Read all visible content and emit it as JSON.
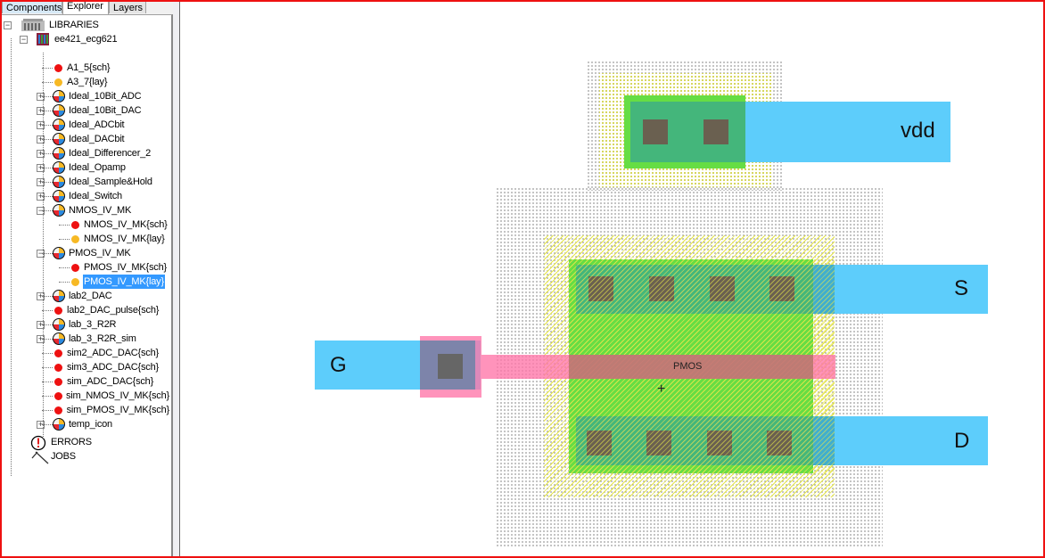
{
  "tabs": [
    "Components",
    "Explorer",
    "Layers"
  ],
  "active_tab": "Explorer",
  "tree": {
    "root": "LIBRARIES",
    "library": "ee421_ecg621",
    "items": [
      {
        "label": "A1_5{sch}",
        "kind": "sch"
      },
      {
        "label": "A3_7{lay}",
        "kind": "lay"
      },
      {
        "label": "Ideal_10Bit_ADC",
        "kind": "cell",
        "expand": "+"
      },
      {
        "label": "Ideal_10Bit_DAC",
        "kind": "cell",
        "expand": "+"
      },
      {
        "label": "Ideal_ADCbit",
        "kind": "cell",
        "expand": "+"
      },
      {
        "label": "Ideal_DACbit",
        "kind": "cell",
        "expand": "+"
      },
      {
        "label": "Ideal_Differencer_2",
        "kind": "cell",
        "expand": "+"
      },
      {
        "label": "Ideal_Opamp",
        "kind": "cell",
        "expand": "+"
      },
      {
        "label": "Ideal_Sample&Hold",
        "kind": "cell",
        "expand": "+"
      },
      {
        "label": "Ideal_Switch",
        "kind": "cell",
        "expand": "+"
      },
      {
        "label": "NMOS_IV_MK",
        "kind": "cell",
        "expand": "-"
      },
      {
        "label": "NMOS_IV_MK{sch}",
        "kind": "sch",
        "child": true
      },
      {
        "label": "NMOS_IV_MK{lay}",
        "kind": "lay",
        "child": true
      },
      {
        "label": "PMOS_IV_MK",
        "kind": "cell",
        "expand": "-"
      },
      {
        "label": "PMOS_IV_MK{sch}",
        "kind": "sch",
        "child": true
      },
      {
        "label": "PMOS_IV_MK{lay}",
        "kind": "lay",
        "child": true,
        "selected": true
      },
      {
        "label": "lab2_DAC",
        "kind": "cell",
        "expand": "+"
      },
      {
        "label": "lab2_DAC_pulse{sch}",
        "kind": "sch"
      },
      {
        "label": "lab_3_R2R",
        "kind": "cell",
        "expand": "+"
      },
      {
        "label": "lab_3_R2R_sim",
        "kind": "cell",
        "expand": "+"
      },
      {
        "label": "sim2_ADC_DAC{sch}",
        "kind": "sch"
      },
      {
        "label": "sim3_ADC_DAC{sch}",
        "kind": "sch"
      },
      {
        "label": "sim_ADC_DAC{sch}",
        "kind": "sch"
      },
      {
        "label": "sim_NMOS_IV_MK{sch}",
        "kind": "sch"
      },
      {
        "label": "sim_PMOS_IV_MK{sch}",
        "kind": "sch"
      },
      {
        "label": "temp_icon",
        "kind": "cell",
        "expand": "+"
      }
    ],
    "errors": "ERRORS",
    "jobs": "JOBS"
  },
  "layout": {
    "pins": {
      "vdd": "vdd",
      "source": "S",
      "gate": "G",
      "drain": "D"
    },
    "device_label": "PMOS"
  },
  "colors": {
    "frame": "#ee1111",
    "selection": "#3399ff",
    "sch_dot": "#ee1111",
    "lay_dot": "#f7b924",
    "metal": "#5dcdfb",
    "active": "#66dd44",
    "poly": "#ff88b0",
    "contact": "#6a6050"
  }
}
